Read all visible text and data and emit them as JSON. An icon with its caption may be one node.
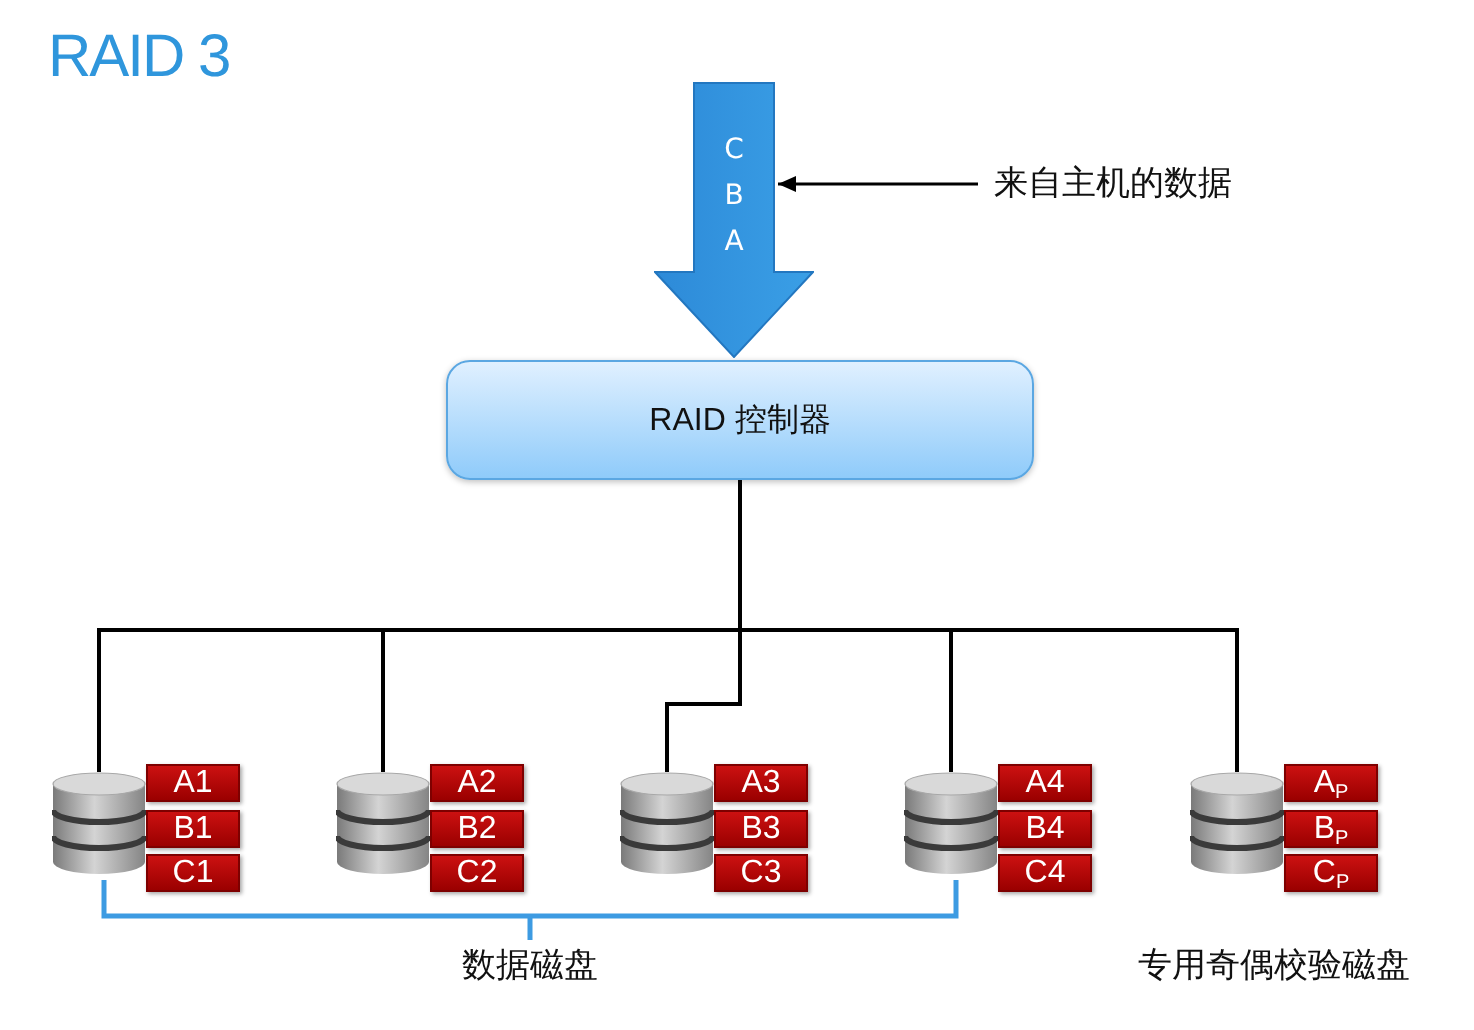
{
  "diagram": {
    "title": "RAID 3",
    "nodes": [
      {
        "text": [
          "C",
          "B",
          "A"
        ]
      },
      {
        "text": [
          "来自主机的数据"
        ]
      },
      {
        "text": [
          "RAID 控制器"
        ]
      },
      {
        "text": [],
        "shape": "cylinder"
      },
      {
        "text": [
          "A1"
        ]
      },
      {
        "text": [
          "B1"
        ]
      },
      {
        "text": [
          "C1"
        ]
      },
      {
        "text": [],
        "shape": "cylinder"
      },
      {
        "text": [
          "A2"
        ]
      },
      {
        "text": [
          "B2"
        ]
      },
      {
        "text": [
          "C2"
        ]
      },
      {
        "text": [],
        "shape": "cylinder"
      },
      {
        "text": [
          "A3"
        ]
      },
      {
        "text": [
          "B3"
        ]
      },
      {
        "text": [
          "C3"
        ]
      },
      {
        "text": [],
        "shape": "cylinder"
      },
      {
        "text": [
          "A4"
        ]
      },
      {
        "text": [
          "B4"
        ]
      },
      {
        "text": [
          "C4"
        ]
      },
      {
        "text": [],
        "shape": "cylinder",
        "beside": [
          "专用奇偶校验磁盘"
        ]
      },
      {
        "text": [
          "A$_{P}$"
        ]
      },
      {
        "text": [
          "B$_{P}$"
        ]
      },
      {
        "text": [
          "C$_{P}$"
        ]
      }
    ],
    "edges": [
      {
        "from": 1,
        "to": 0,
        "arrow": "to"
      },
      {
        "from": 2,
        "to": 3,
        "arrow": "none"
      },
      {
        "from": 2,
        "to": 7,
        "arrow": "none"
      },
      {
        "from": 2,
        "to": 11,
        "arrow": "none"
      },
      {
        "from": 2,
        "to": 15,
        "arrow": "none"
      },
      {
        "from": 2,
        "to": 19,
        "arrow": "none"
      }
    ],
    "labels": [
      "数据磁盘"
    ]
  }
}
